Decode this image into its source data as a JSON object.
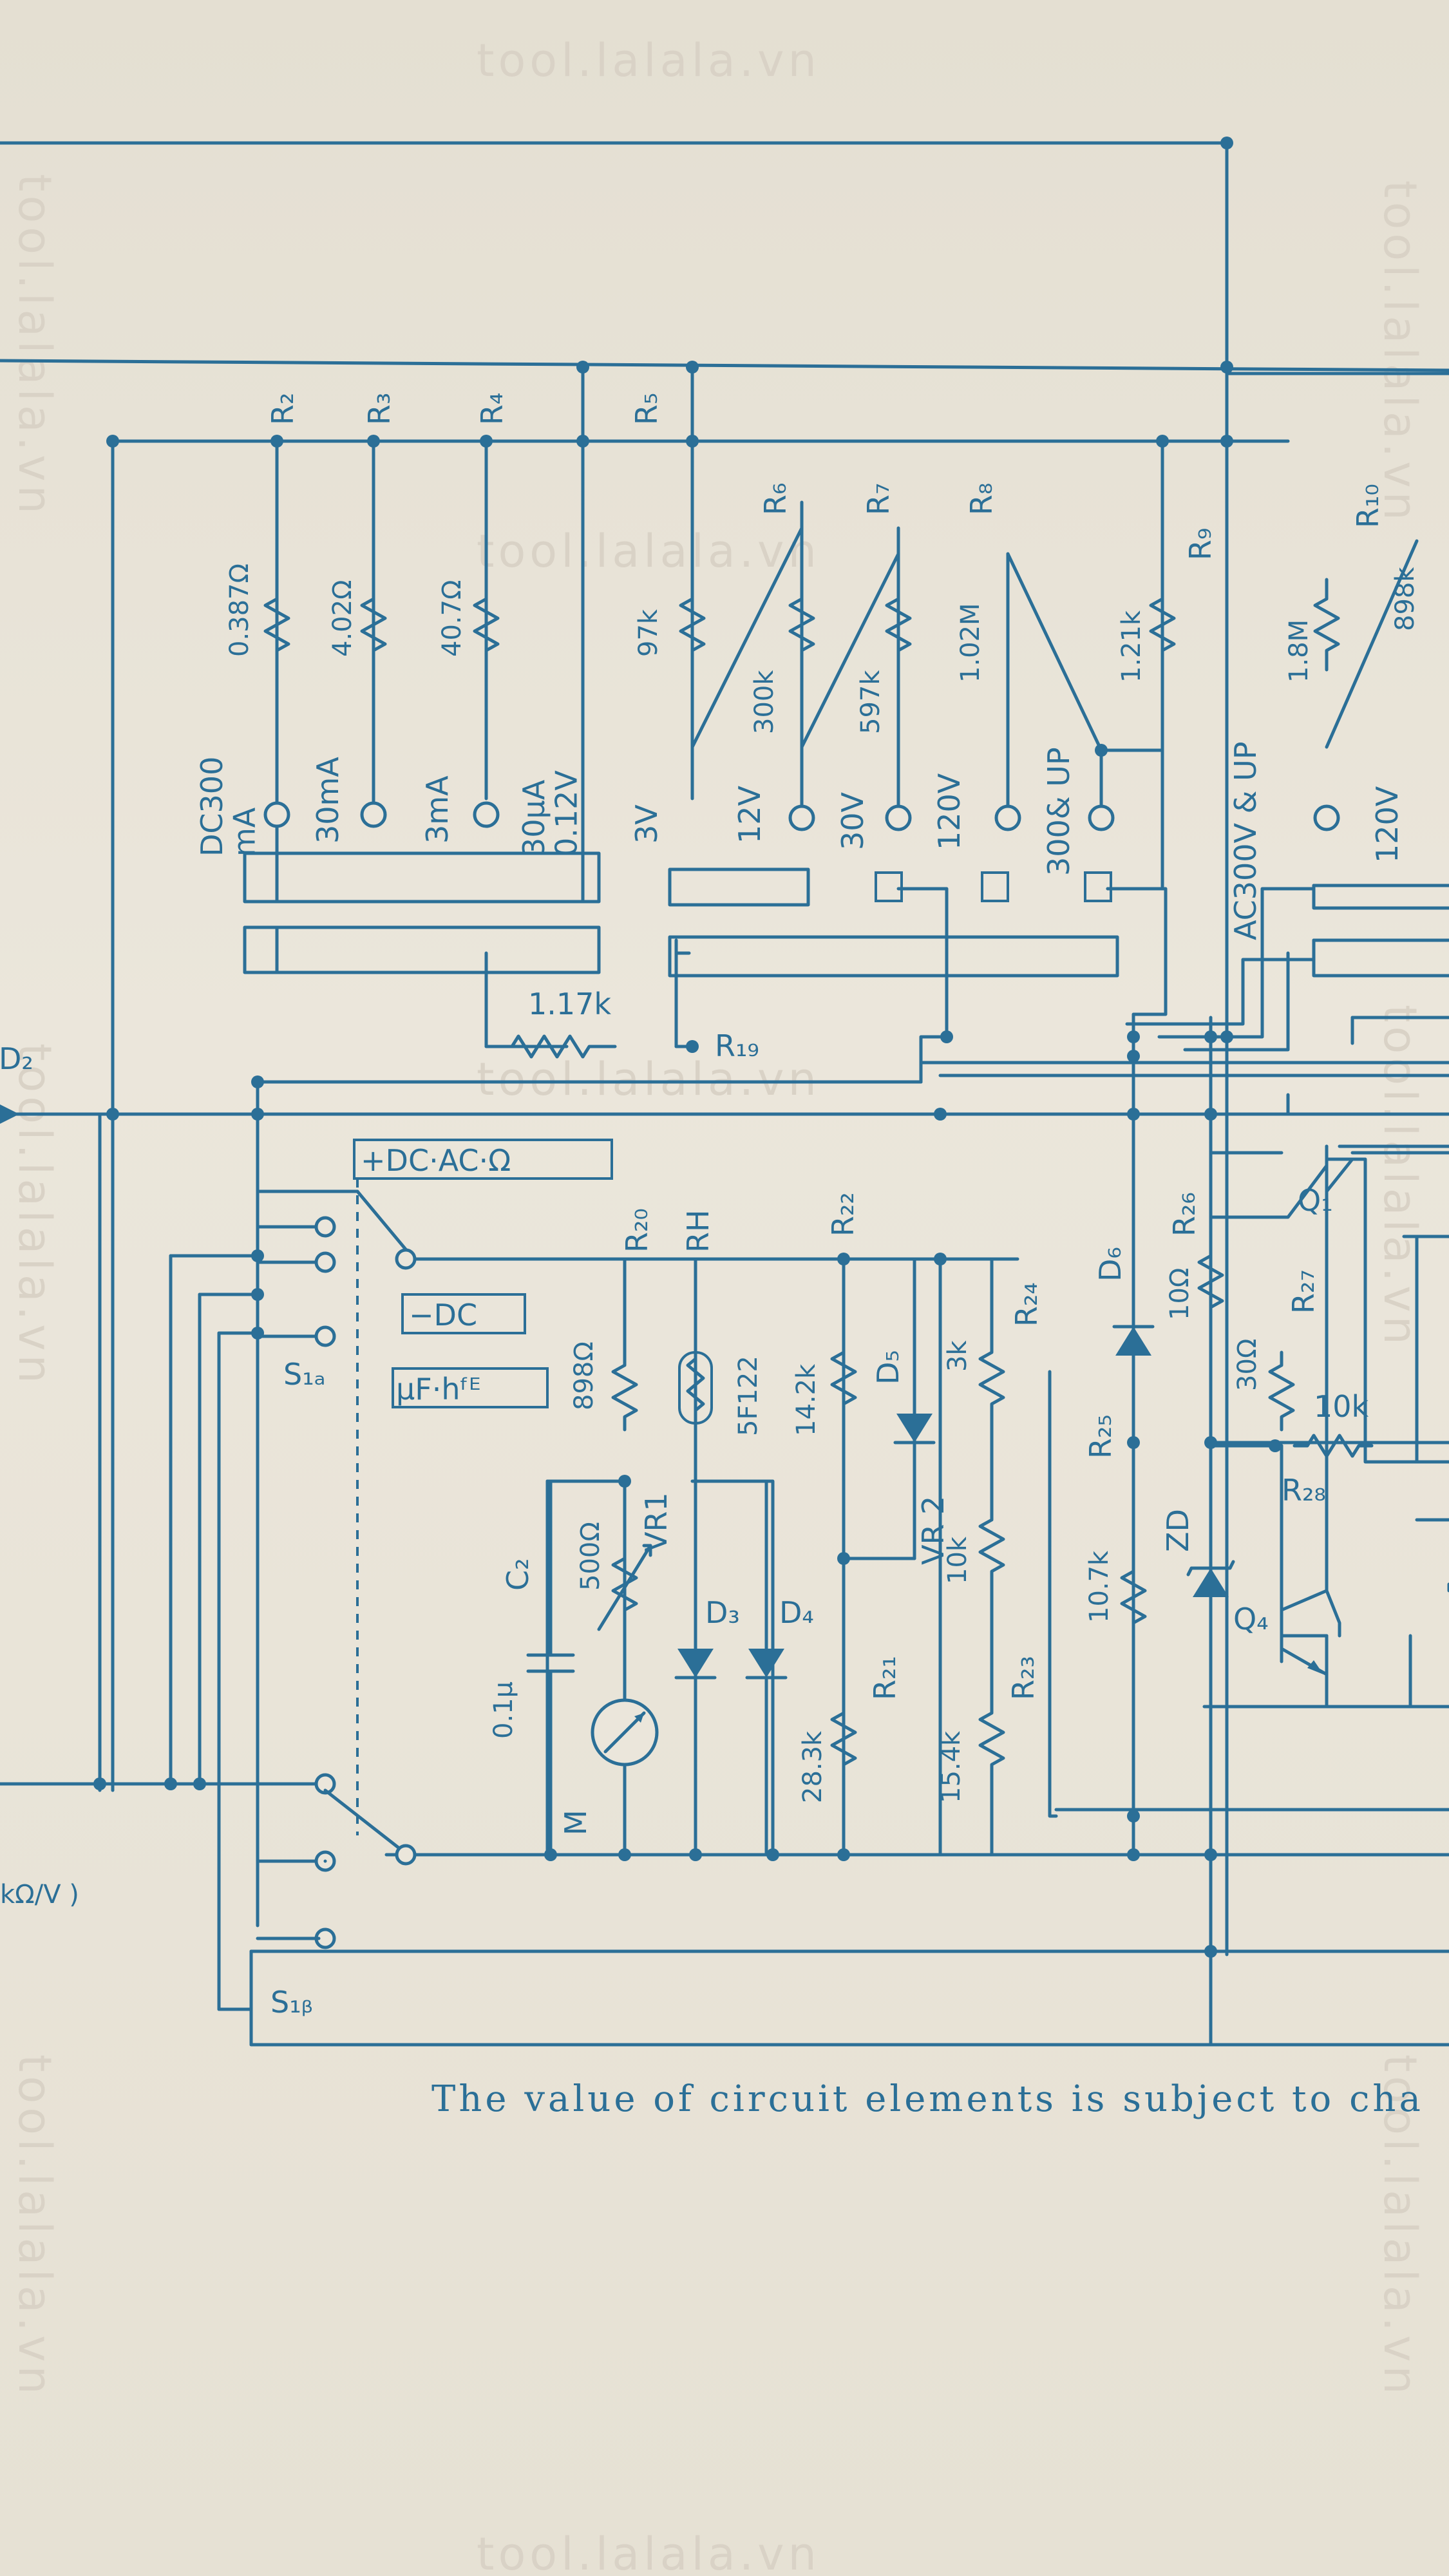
{
  "watermark": "tool.lalala.vn",
  "left_edge": {
    "d2": "D₂",
    "units": "kΩ/V )"
  },
  "resistors": {
    "r2": {
      "name": "R₂",
      "value": "0.387Ω"
    },
    "r3": {
      "name": "R₃",
      "value": "4.02Ω"
    },
    "r4": {
      "name": "R₄",
      "value": "40.7Ω"
    },
    "r5": {
      "name": "R₅",
      "value": "97k"
    },
    "r6": {
      "name": "R₆",
      "value": "300k"
    },
    "r7": {
      "name": "R₇",
      "value": "597k"
    },
    "r8": {
      "name": "R₈",
      "value": "1.02M"
    },
    "r9": {
      "name": "R₉",
      "value": "1.21k"
    },
    "r10": {
      "name": "R₁₀",
      "value": "898k"
    },
    "r10b": {
      "value": "1.8M"
    },
    "r19": {
      "name": "R₁₉",
      "value": "1.17k"
    },
    "r20": {
      "name": "R₂₀",
      "value": "898Ω"
    },
    "rh": {
      "name": "RH",
      "value": "5F122"
    },
    "r21": {
      "name": "R₂₁",
      "value": "28.3k"
    },
    "r22": {
      "name": "R₂₂",
      "value": "14.2k"
    },
    "r23": {
      "name": "R₂₃",
      "value": "15.4k"
    },
    "r24": {
      "name": "R₂₄",
      "value": "3k"
    },
    "r25": {
      "name": "R₂₅",
      "value": "10.7k"
    },
    "r26": {
      "name": "R₂₆",
      "value": "10Ω"
    },
    "r27": {
      "name": "R₂₇",
      "value": "30Ω"
    },
    "r28": {
      "name": "R₂₈",
      "value": "10k"
    }
  },
  "vr1": {
    "name": "VR1",
    "value": "500Ω"
  },
  "vr2": {
    "name": "VR 2",
    "value": "10k"
  },
  "c2": {
    "name": "C₂",
    "value": "0.1μ"
  },
  "meter": "M",
  "diodes": {
    "d3": "D₃",
    "d4": "D₄",
    "d5": "D₅",
    "d6": "D₆",
    "zd": "ZD"
  },
  "transistors": {
    "q1": "Q₁",
    "q4": "Q₄"
  },
  "ranges": {
    "dc300ma": "DC300\nmA",
    "ma30": "30mA",
    "ma3": "3mA",
    "ua30": "30μA\n0.12V",
    "v3": "3V",
    "v12": "12V",
    "v30": "30V",
    "v120": "120V",
    "v300up": "300& UP",
    "ac300up": "AC300V & UP",
    "ac120": "120V"
  },
  "switches": {
    "s1a": "S₁ₐ",
    "s1b": "S₁ᵦ",
    "mode_dc_ac_ohm": "+DC·AC·Ω",
    "mode_neg_dc": "−DC",
    "mode_uf_hfe": "μF·hᶠᴱ"
  },
  "footer": "The value of circuit elements is subject to cha"
}
